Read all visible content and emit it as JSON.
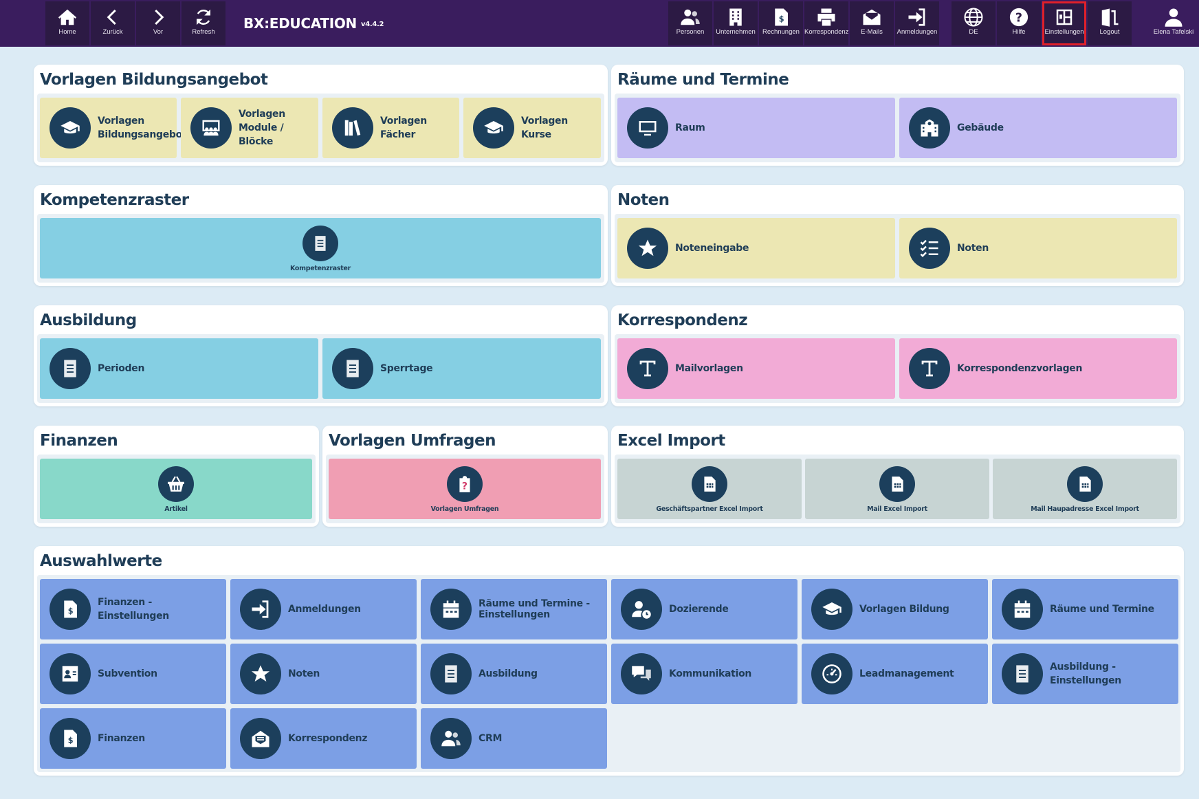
{
  "colors": {
    "topbar": "#3a1d5e",
    "navbutton": "#2c1a44",
    "background": "#dcebf5",
    "iconCircle": "#1c3f5c",
    "yellow": "#ece7b3",
    "lavender": "#c3bcf3",
    "cyan": "#85cfe3",
    "pink": "#f2abd6",
    "teal": "#88d8c9",
    "rose": "#f09eb3",
    "gray": "#c7d4d3",
    "blue": "#7c9fe5",
    "highlight": "#e0202a"
  },
  "topbar": {
    "brand": "BX:EDUCATION",
    "version": "v4.4.2",
    "left": [
      {
        "label": "Home",
        "icon": "home-icon"
      },
      {
        "label": "Zurück",
        "icon": "chevron-left-icon"
      },
      {
        "label": "Vor",
        "icon": "chevron-right-icon"
      },
      {
        "label": "Refresh",
        "icon": "refresh-icon"
      }
    ],
    "right": [
      {
        "label": "Personen",
        "icon": "people-icon"
      },
      {
        "label": "Unternehmen",
        "icon": "building-icon"
      },
      {
        "label": "Rechnungen",
        "icon": "invoice-icon"
      },
      {
        "label": "Korrespondenz",
        "icon": "printer-icon"
      },
      {
        "label": "E-Mails",
        "icon": "mail-icon"
      },
      {
        "label": "Anmeldungen",
        "icon": "sign-in-icon"
      },
      {
        "label": "DE",
        "icon": "globe-icon"
      },
      {
        "label": "Hilfe",
        "icon": "help-icon"
      },
      {
        "label": "Einstellungen",
        "icon": "settings-panel-icon",
        "active": true
      },
      {
        "label": "Logout",
        "icon": "door-icon"
      },
      {
        "label": "Elena Tafelski",
        "icon": "user-icon"
      }
    ]
  },
  "sections": {
    "vorlagen_bildung": {
      "title": "Vorlagen Bildungsangebot",
      "tiles": [
        {
          "label": "Vorlagen Bildungsangebot",
          "icon": "graduation-cap-icon"
        },
        {
          "label": "Vorlagen Module / Blöcke",
          "icon": "presentation-icon"
        },
        {
          "label": "Vorlagen Fächer",
          "icon": "books-icon"
        },
        {
          "label": "Vorlagen Kurse",
          "icon": "graduation-cap-icon"
        }
      ]
    },
    "raeume": {
      "title": "Räume und Termine",
      "tiles": [
        {
          "label": "Raum",
          "icon": "monitor-icon"
        },
        {
          "label": "Gebäude",
          "icon": "school-building-icon"
        }
      ]
    },
    "kompetenz": {
      "title": "Kompetenzraster",
      "tiles": [
        {
          "label": "Kompetenzraster",
          "icon": "document-icon"
        }
      ]
    },
    "noten": {
      "title": "Noten",
      "tiles": [
        {
          "label": "Noteneingabe",
          "icon": "star-icon"
        },
        {
          "label": "Noten",
          "icon": "checklist-icon"
        }
      ]
    },
    "ausbildung": {
      "title": "Ausbildung",
      "tiles": [
        {
          "label": "Perioden",
          "icon": "document-icon"
        },
        {
          "label": "Sperrtage",
          "icon": "document-icon"
        }
      ]
    },
    "korrespondenz": {
      "title": "Korrespondenz",
      "tiles": [
        {
          "label": "Mailvorlagen",
          "icon": "text-t-icon"
        },
        {
          "label": "Korrespondenzvorlagen",
          "icon": "text-t-icon"
        }
      ]
    },
    "finanzen": {
      "title": "Finanzen",
      "tiles": [
        {
          "label": "Artikel",
          "icon": "basket-icon"
        }
      ]
    },
    "umfragen": {
      "title": "Vorlagen Umfragen",
      "tiles": [
        {
          "label": "Vorlagen Umfragen",
          "icon": "clipboard-question-icon"
        }
      ]
    },
    "excel": {
      "title": "Excel Import",
      "tiles": [
        {
          "label": "Geschäftspartner Excel Import",
          "icon": "spreadsheet-icon"
        },
        {
          "label": "Mail Excel Import",
          "icon": "spreadsheet-icon"
        },
        {
          "label": "Mail Haupadresse Excel Import",
          "icon": "spreadsheet-icon"
        }
      ]
    },
    "auswahl": {
      "title": "Auswahlwerte",
      "tiles": [
        {
          "label": "Finanzen - Einstellungen",
          "icon": "invoice-icon"
        },
        {
          "label": "Anmeldungen",
          "icon": "sign-in-icon"
        },
        {
          "label": "Räume und Termine - Einstellungen",
          "icon": "calendar-icon"
        },
        {
          "label": "Dozierende",
          "icon": "user-clock-icon"
        },
        {
          "label": "Vorlagen Bildung",
          "icon": "graduation-cap-icon"
        },
        {
          "label": "Räume und Termine",
          "icon": "calendar-icon"
        },
        {
          "label": "Subvention",
          "icon": "id-card-icon"
        },
        {
          "label": "Noten",
          "icon": "star-icon"
        },
        {
          "label": "Ausbildung",
          "icon": "document-icon"
        },
        {
          "label": "Kommunikation",
          "icon": "chat-icon"
        },
        {
          "label": "Leadmanagement",
          "icon": "gauge-icon"
        },
        {
          "label": "Ausbildung - Einstellungen",
          "icon": "document-icon"
        },
        {
          "label": "Finanzen",
          "icon": "invoice-icon"
        },
        {
          "label": "Korrespondenz",
          "icon": "open-mail-icon"
        },
        {
          "label": "CRM",
          "icon": "people-icon"
        }
      ]
    }
  }
}
